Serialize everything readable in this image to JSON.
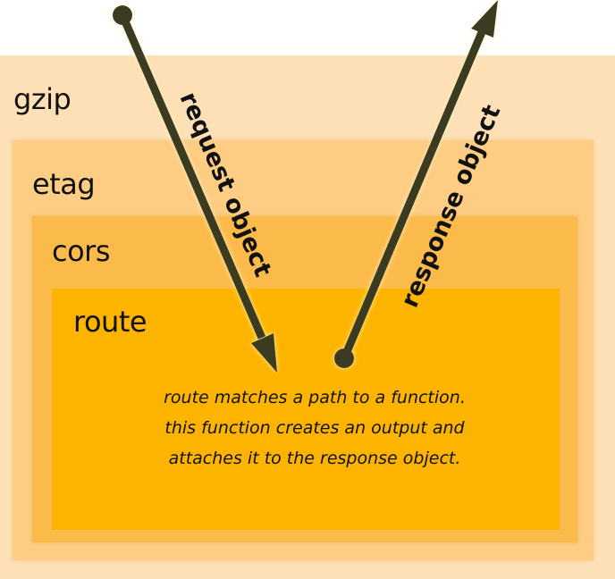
{
  "layers": {
    "gzip": "gzip",
    "etag": "etag",
    "cors": "cors",
    "route": "route"
  },
  "arrows": {
    "request": "request object",
    "response": "response object"
  },
  "description": {
    "line1": "route matches a path to a function.",
    "line2": "this function creates an output and",
    "line3": "attaches it to the response object."
  },
  "colors": {
    "gzip": "#fde0b5",
    "etag": "#fccd83",
    "cors": "#fbbb4b",
    "route": "#fcb400",
    "arrow": "#3b3a22"
  }
}
